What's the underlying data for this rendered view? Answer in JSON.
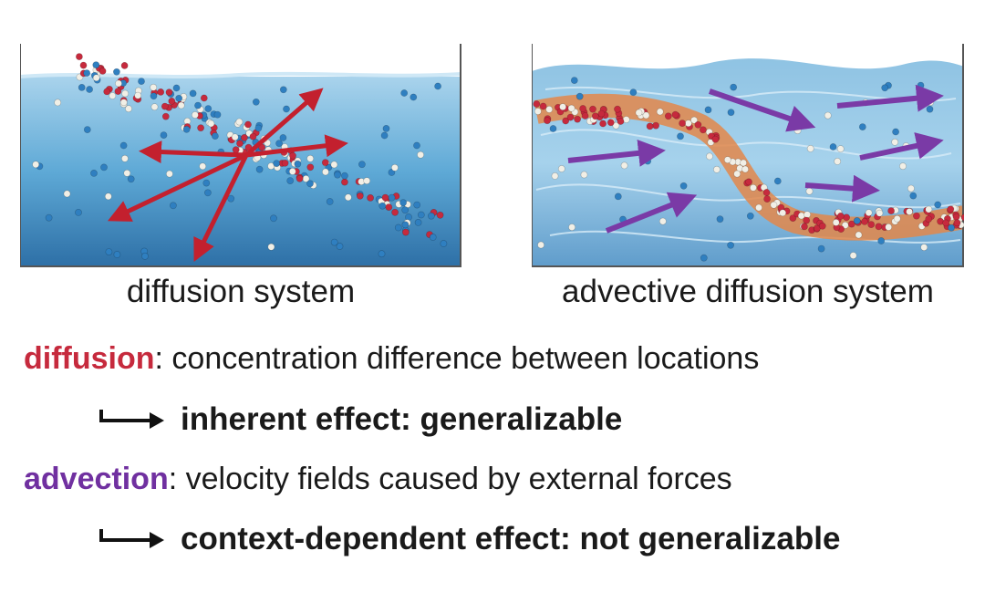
{
  "colors": {
    "diffusion": "#c62a3d",
    "advection": "#7030a0",
    "arrow_red": "#c3202e",
    "arrow_purple": "#7a3aa6"
  },
  "panels": {
    "left": {
      "caption": "diffusion system"
    },
    "right": {
      "caption": "advective diffusion system"
    }
  },
  "lines": {
    "diffusion": {
      "keyword": "diffusion",
      "text": ": concentration difference between locations"
    },
    "diffusion_effect": {
      "text": "inherent effect: generalizable"
    },
    "advection": {
      "keyword": "advection",
      "text": ": velocity fields caused by external forces"
    },
    "advection_effect": {
      "text": "context-dependent effect: not generalizable"
    }
  },
  "icons": {
    "effect_arrow": "hook-right-arrow-icon"
  }
}
